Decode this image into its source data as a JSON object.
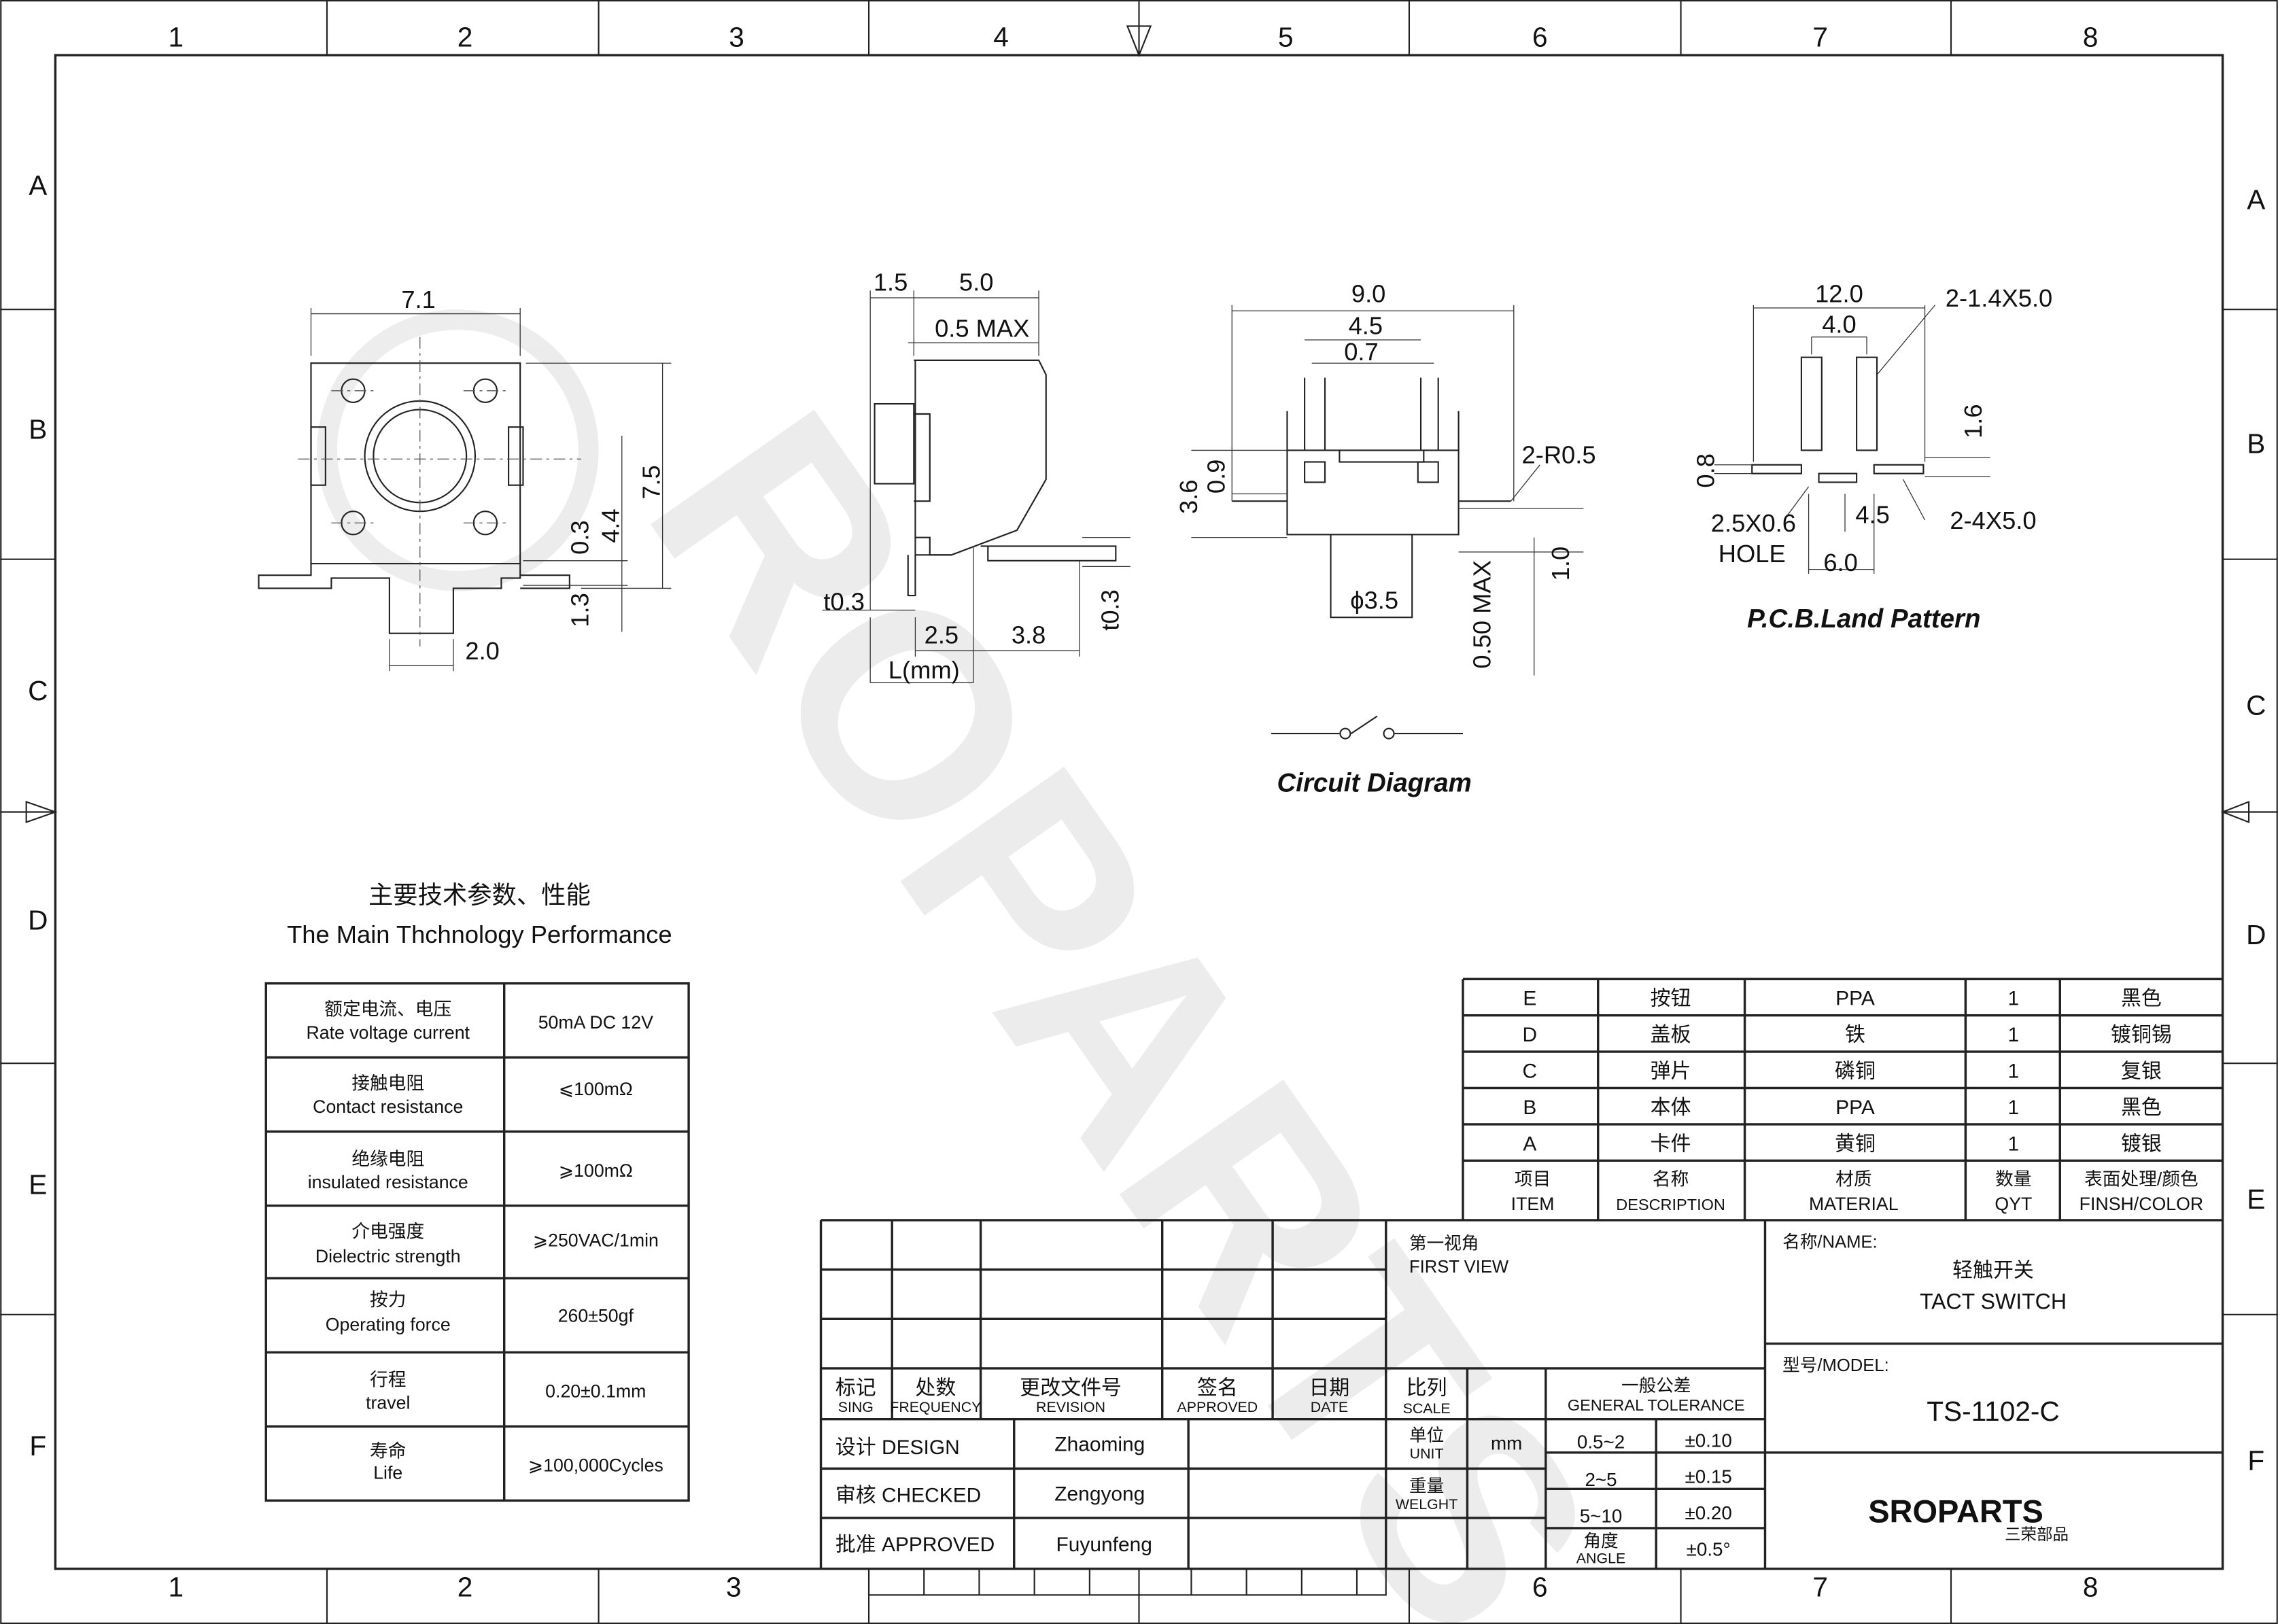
{
  "grid": {
    "columns": [
      "1",
      "2",
      "3",
      "4",
      "5",
      "6",
      "7",
      "8"
    ],
    "rows": [
      "A",
      "B",
      "C",
      "D",
      "E",
      "F"
    ]
  },
  "front_view": {
    "width": "7.1",
    "height": "7.5",
    "dim_4_4": "4.4",
    "dim_0_3": "0.3",
    "dim_1_3": "1.3",
    "dim_2_0": "2.0"
  },
  "side_view": {
    "d1": "1.5",
    "d2": "5.0",
    "max": "0.5 MAX",
    "t1": "t0.3",
    "d3": "2.5",
    "d4": "3.8",
    "t2": "t0.3",
    "l": "L(mm)"
  },
  "bottom_view": {
    "d1": "9.0",
    "d2": "4.5",
    "d3": "0.7",
    "d4": "3.6",
    "d5": "0.9",
    "r": "2-R0.5",
    "d6": "1.0",
    "phi": "ϕ3.5",
    "max": "0.50 MAX"
  },
  "pcb": {
    "d1": "12.0",
    "d2": "4.0",
    "slot": "2-1.4X5.0",
    "d3": "1.6",
    "d4": "0.8",
    "hole": "2.5X0.6",
    "hole_label": "HOLE",
    "d5": "4.5",
    "pad": "2-4X5.0",
    "d6": "6.0",
    "title": "P.C.B.Land Pattern"
  },
  "circuit": {
    "title": "Circuit Diagram"
  },
  "specs": {
    "title_cn": "主要技术参数、性能",
    "title_en": "The Main Thchnology Performance",
    "rows": [
      {
        "cn": "额定电流、电压",
        "en": "Rate voltage current",
        "value": "50mA DC 12V"
      },
      {
        "cn": "接触电阻",
        "en": "Contact resistance",
        "value": "⩽100mΩ"
      },
      {
        "cn": "绝缘电阻",
        "en": "insulated resistance",
        "value": "⩾100mΩ"
      },
      {
        "cn": "介电强度",
        "en": "Dielectric strength",
        "value": "⩾250VAC/1min"
      },
      {
        "cn": "按力",
        "en": "Operating force",
        "value": "260±50gf"
      },
      {
        "cn": "行程",
        "en": "travel",
        "value": "0.20±0.1mm"
      },
      {
        "cn": "寿命",
        "en": "Life",
        "value": "⩾100,000Cycles"
      }
    ]
  },
  "parts": {
    "rows": [
      {
        "item": "E",
        "desc": "按钮",
        "material": "PPA",
        "qty": "1",
        "finish": "黑色"
      },
      {
        "item": "D",
        "desc": "盖板",
        "material": "铁",
        "qty": "1",
        "finish": "镀铜锡"
      },
      {
        "item": "C",
        "desc": "弹片",
        "material": "磷铜",
        "qty": "1",
        "finish": "复银"
      },
      {
        "item": "B",
        "desc": "本体",
        "material": "PPA",
        "qty": "1",
        "finish": "黑色"
      },
      {
        "item": "A",
        "desc": "卡件",
        "material": "黄铜",
        "qty": "1",
        "finish": "镀银"
      }
    ],
    "header": {
      "item_cn": "项目",
      "item_en": "ITEM",
      "desc_cn": "名称",
      "desc_en": "DESCRIPTION",
      "mat_cn": "材质",
      "mat_en": "MATERIAL",
      "qty_cn": "数量",
      "qty_en": "QYT",
      "finish_cn": "表面处理/颜色",
      "finish_en": "FINSH/COLOR"
    }
  },
  "title_block": {
    "rev_header": [
      {
        "cn": "标记",
        "en": "SING"
      },
      {
        "cn": "处数",
        "en": "FREQUENCY"
      },
      {
        "cn": "更改文件号",
        "en": "REVISION"
      },
      {
        "cn": "签名",
        "en": "APPROVED"
      },
      {
        "cn": "日期",
        "en": "DATE"
      }
    ],
    "view_cn": "第一视角",
    "view_en": "FIRST VIEW",
    "scale_cn": "比列",
    "scale_en": "SCALE",
    "tol_cn": "一般公差",
    "tol_en": "GENERAL TOLERANCE",
    "design_label": "设计 DESIGN",
    "design": "Zhaoming",
    "checked_label": "审核 CHECKED",
    "checked": "Zengyong",
    "approved_label": "批准 APPROVED",
    "approved": "Fuyunfeng",
    "unit_cn": "单位",
    "unit_en": "UNIT",
    "unit": "mm",
    "weight_cn": "重量",
    "weight_en": "WELGHT",
    "tolerances": [
      {
        "range": "0.5~2",
        "tol": "±0.10"
      },
      {
        "range": "2~5",
        "tol": "±0.15"
      },
      {
        "range": "5~10",
        "tol": "±0.20"
      }
    ],
    "angle_cn": "角度",
    "angle_en": "ANGLE",
    "angle_tol": "±0.5°",
    "name_label": "名称/NAME:",
    "name_cn": "轻触开关",
    "name_en": "TACT  SWITCH",
    "model_label": "型号/MODEL:",
    "model": "TS-1102-C",
    "logo": "SROPARTS",
    "logo_cn": "三荣部品"
  }
}
